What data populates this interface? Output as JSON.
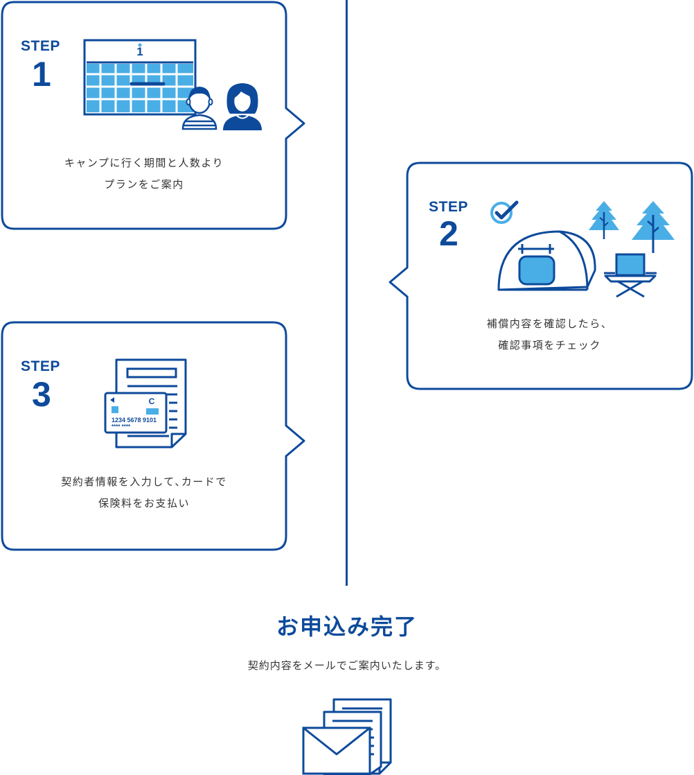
{
  "colors": {
    "primary": "#0d4a9b",
    "accent": "#4aaee6",
    "text": "#333333",
    "background": "#ffffff"
  },
  "steps": [
    {
      "label": "STEP",
      "number": "1",
      "icons": [
        "calendar-icon",
        "boy-icon",
        "girl-icon"
      ],
      "calendar_day": "1",
      "lines": [
        "キャンプに行く期間と人数より",
        "プランをご案内"
      ]
    },
    {
      "label": "STEP",
      "number": "2",
      "icons": [
        "check-icon",
        "tent-icon",
        "tree-icon",
        "camp-chair-icon"
      ],
      "lines": [
        "補償内容を確認したら、",
        "確認事項をチェック"
      ]
    },
    {
      "label": "STEP",
      "number": "3",
      "icons": [
        "document-icon",
        "credit-card-icon"
      ],
      "card_number": "1234 5678 9101",
      "card_mask": "**** ****",
      "card_letter": "C",
      "lines": [
        "契約者情報を入力して､カードで",
        "保険料をお支払い"
      ]
    }
  ],
  "complete": {
    "title": "お申込み完了",
    "subtitle": "契約内容をメールでご案内いたします。",
    "icon": "mail-icon"
  }
}
